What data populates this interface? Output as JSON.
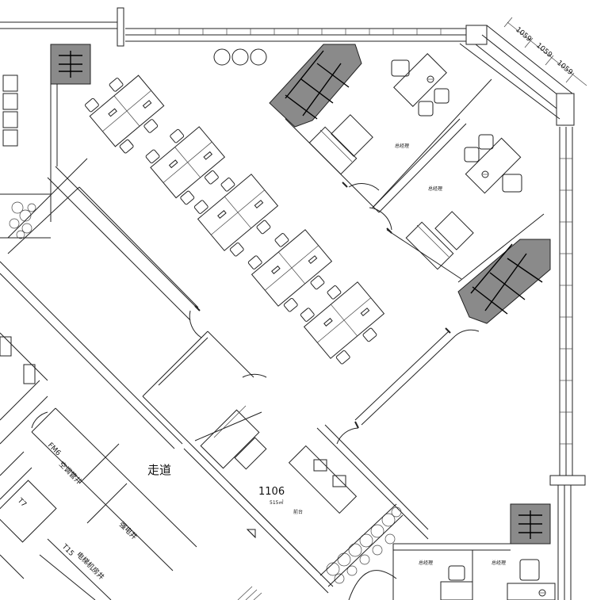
{
  "dimensions": [
    "1059",
    "1059",
    "1059"
  ],
  "rooms": {
    "room_number": "1106",
    "room_area": "515㎡",
    "corridor": "走道",
    "hvac_shaft": "空调管井",
    "electric_shaft": "强电井",
    "elevator_shaft": "电梯机房井",
    "fire_code": "FM6",
    "lift_code": "T15",
    "lift_label": "T7",
    "office_a": "总经理",
    "office_b": "总经理",
    "office_c": "总经理",
    "office_d": "总经理",
    "reception": "前台"
  }
}
